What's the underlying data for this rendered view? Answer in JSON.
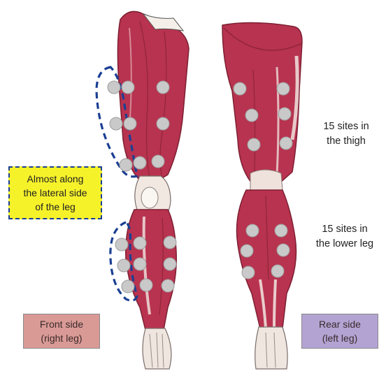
{
  "front_label": "Front side\n(right leg)",
  "rear_label": "Rear side\n(left leg)",
  "callout_text": "Almost along\nthe lateral side\nof the leg",
  "thigh_note": "15 sites in\nthe thigh",
  "lower_leg_note": "15 sites in\nthe lower leg",
  "colors": {
    "muscle": "#b8334f",
    "muscle_dark": "#7d1f33",
    "tendon": "#f1e8e2",
    "site_marker": "#c9c9c9",
    "dashed_outline": "#1b3f93",
    "callout_fill": "#f6f22a",
    "front_tag": "#d99a96",
    "rear_tag": "#b3a3d3"
  }
}
